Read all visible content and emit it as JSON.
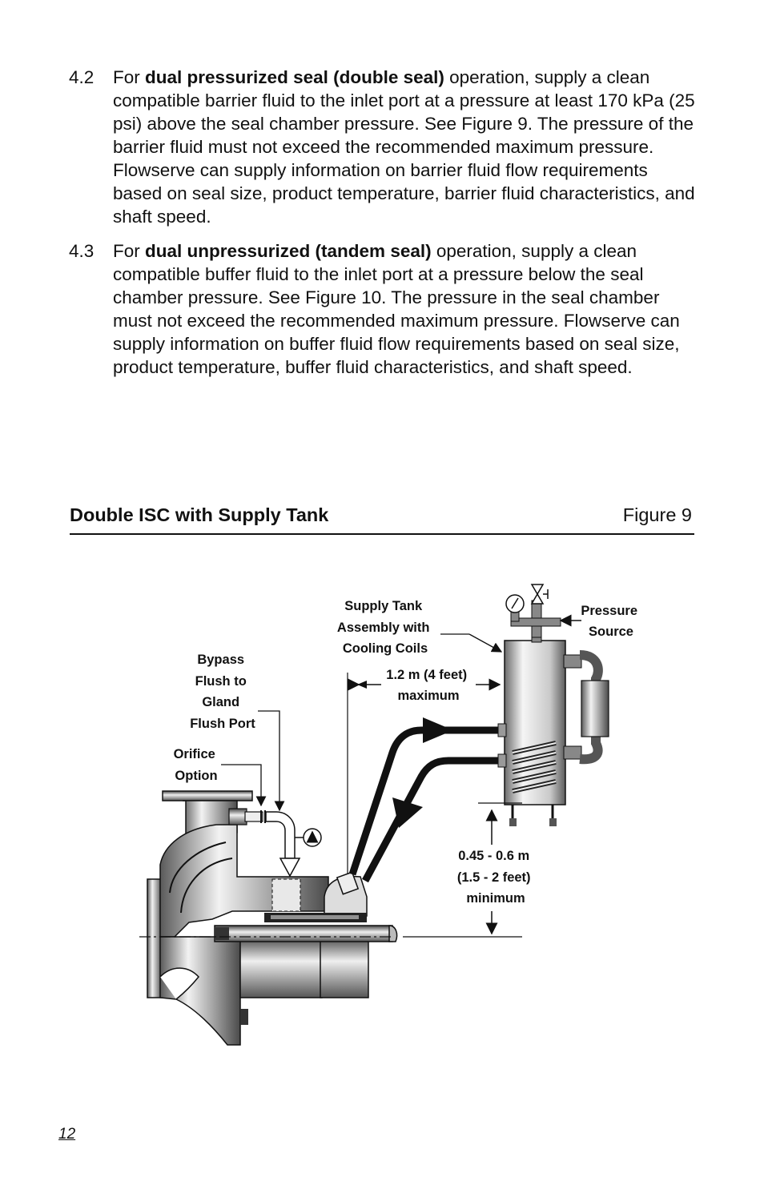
{
  "paragraphs": [
    {
      "number": "4.2",
      "prefix": "For ",
      "bold": "dual pressurized seal (double seal)",
      "rest": " operation, supply a clean compatible barrier fluid to the inlet port at a pressure at least 170 kPa (25 psi) above the seal chamber pressure. See Figure 9. The pressure of the barrier fluid must not exceed the recommended maximum pressure. Flowserve can supply information on barrier fluid flow requirements based on seal size, product temperature, barrier fluid characteristics, and shaft speed."
    },
    {
      "number": "4.3",
      "prefix": "For ",
      "bold": "dual unpressurized (tandem seal)",
      "rest": " operation, supply a clean compatible buffer fluid to the inlet port at a pressure below the seal chamber pressure. See Figure 10. The pressure in the seal chamber must not exceed the recommended maximum pressure. Flowserve can supply information on buffer fluid flow requirements based on seal size, product temperature, buffer fluid characteristics, and shaft speed."
    }
  ],
  "figure": {
    "title": "Double ISC with Supply Tank",
    "number": "Figure 9",
    "labels": {
      "supply_tank": [
        "Supply Tank",
        "Assembly with",
        "Cooling Coils"
      ],
      "pressure_source": [
        "Pressure",
        "Source"
      ],
      "bypass": [
        "Bypass",
        "Flush to",
        "Gland",
        "Flush Port"
      ],
      "orifice": [
        "Orifice",
        "Option"
      ],
      "distance_max": [
        "1.2 m (4 feet)",
        "maximum"
      ],
      "height_min": [
        "0.45 - 0.6 m",
        "(1.5 - 2 feet)",
        "minimum"
      ]
    }
  },
  "page_number": "12"
}
